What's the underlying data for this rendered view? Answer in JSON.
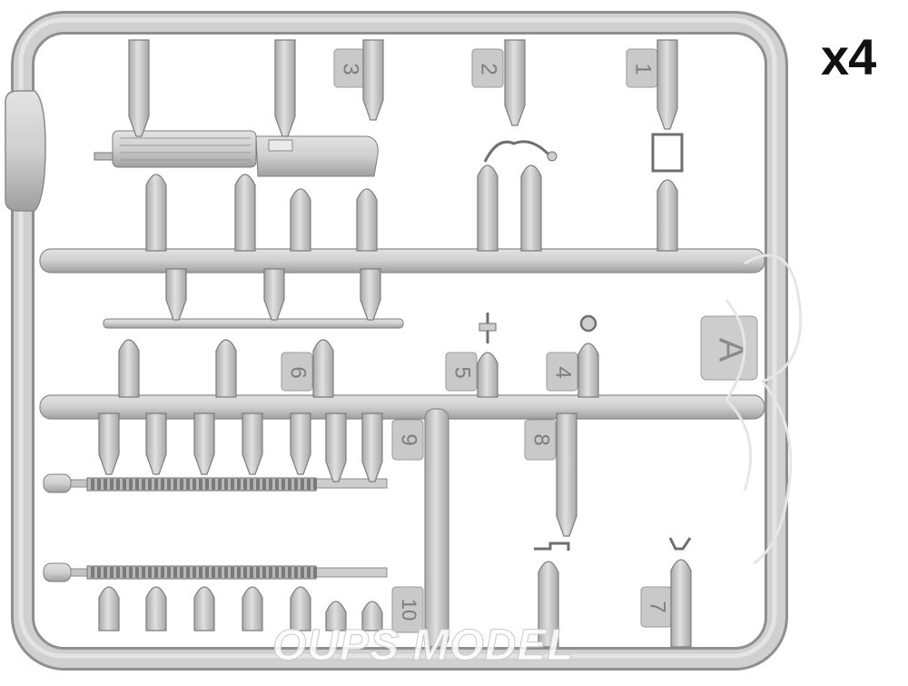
{
  "quantity_label": "x4",
  "sprue_letter": "A",
  "part_numbers": [
    "1",
    "2",
    "3",
    "4",
    "5",
    "6",
    "7",
    "8",
    "9",
    "10"
  ],
  "watermark": "OUPS MODEL",
  "colors": {
    "plastic": "#d2d2d2",
    "plastic_shadow": "#a9a9a9",
    "plastic_outline": "#8a8a8a",
    "background": "#ffffff"
  }
}
